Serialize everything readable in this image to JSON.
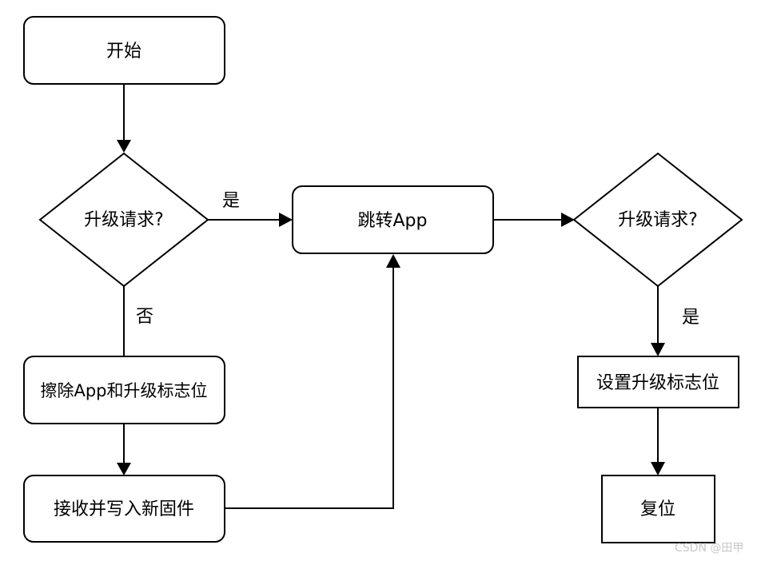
{
  "nodes": {
    "start": {
      "label": "开始"
    },
    "check_upgrade_1": {
      "label": "升级请求?"
    },
    "jump_app": {
      "label": "跳转App"
    },
    "check_upgrade_2": {
      "label": "升级请求?"
    },
    "erase_app": {
      "label": "擦除App和升级标志位"
    },
    "receive_firmware": {
      "label": "接收并写入新固件"
    },
    "set_flag": {
      "label": "设置升级标志位"
    },
    "reset": {
      "label": "复位"
    }
  },
  "edges": {
    "yes_1": {
      "label": "是"
    },
    "no_1": {
      "label": "否"
    },
    "yes_2": {
      "label": "是"
    }
  },
  "watermark": {
    "text": "CSDN @田甲"
  }
}
